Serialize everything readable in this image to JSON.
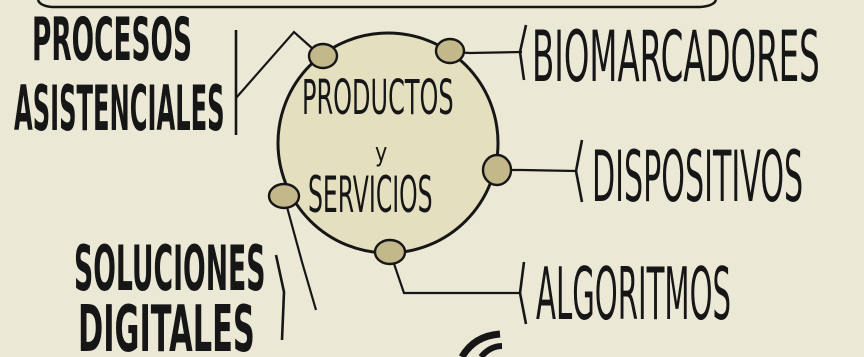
{
  "center": {
    "line1": "PRODUCTOS",
    "line2": "y",
    "line3": "SERVICIOS"
  },
  "nodes": {
    "procesos_line1": "PROCESOS",
    "procesos_line2": "ASISTENCIALES",
    "biomarcadores": "BIOMARCADORES",
    "dispositivos": "DISPOSITIVOS",
    "soluciones_line1": "SOLUCIONES",
    "soluciones_line2": "DIGITALES",
    "algoritmos": "ALGORITMOS"
  },
  "colors": {
    "background": "#ebe8d6",
    "circle_fill": "#e4dfbf",
    "connector_dot": "#c2b88a",
    "ink": "#161616"
  }
}
